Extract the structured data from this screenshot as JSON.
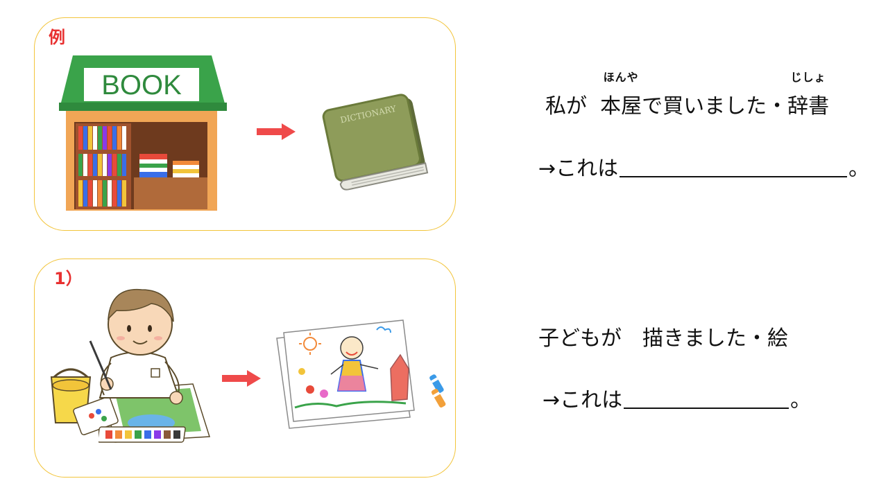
{
  "example": {
    "label": "例",
    "shop_sign": "BOOK",
    "book_spine": "DICTIONARY",
    "sentence": {
      "part1": "私が",
      "word1": "本屋",
      "word1_ruby": "ほんや",
      "part2": "で買いました・",
      "word2": "辞書",
      "word2_ruby": "じしょ"
    },
    "answer": {
      "prefix": "→これは",
      "suffix": "。"
    }
  },
  "question1": {
    "label": "1）",
    "sentence": "子どもが　描きました・絵",
    "answer": {
      "prefix": "→これは",
      "suffix": "。"
    }
  },
  "colors": {
    "panel_border": "#f2c43a",
    "label": "#e83030",
    "arrow": "#ef4a4a",
    "shop_roof": "#3aa34a",
    "book_cover": "#8e9c5a"
  }
}
